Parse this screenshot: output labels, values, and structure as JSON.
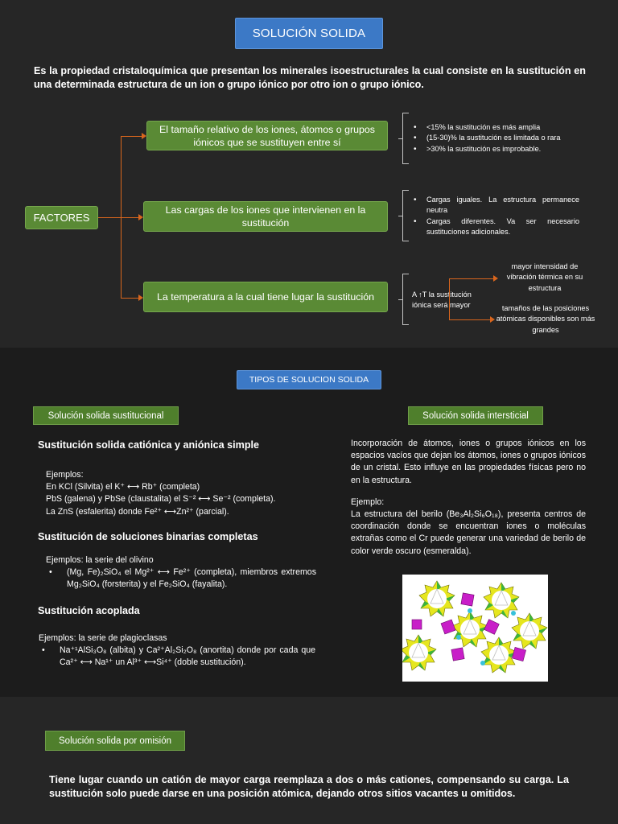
{
  "title": "SOLUCIÓN SOLIDA",
  "intro": "Es la propiedad cristaloquímica que presentan los minerales isoestructurales la cual consiste en la sustitución en una determinada estructura de un ion o grupo iónico por otro ion o grupo iónico.",
  "factores": {
    "label": "FACTORES",
    "items": [
      {
        "label": "El tamaño relativo de los iones, átomos o grupos iónicos que se sustituyen entre sí",
        "notes": [
          "<15% la sustitución es más amplia",
          "(15-30)% la sustitución es limitada o rara",
          ">30% la sustitución es improbable."
        ]
      },
      {
        "label": "Las cargas de los iones que intervienen en la sustitución",
        "notes": [
          "Cargas iguales. La estructura permanece neutra",
          "Cargas diferentes. Va ser necesario sustituciones adicionales."
        ]
      },
      {
        "label": "La temperatura a la cual tiene lugar la sustitución",
        "note_main": "A ↑T la sustitución iónica será mayor",
        "note_upper": "mayor intensidad de vibración térmica en su estructura",
        "note_lower": "tamaños de las posiciones atómicas disponibles son más grandes"
      }
    ]
  },
  "tipos_title": "TIPOS DE SOLUCION SOLIDA",
  "sustitucional": {
    "label": "Solución solida sustitucional",
    "sec1_heading": "Sustitución solida catiónica y aniónica simple",
    "sec1_ejemplos": "Ejemplos:",
    "sec1_lines": [
      "En KCl (Silvita) el K⁺ ⟷ Rb⁺ (completa)",
      "PbS (galena) y PbSe (claustalita) el S⁻² ⟷ Se⁻² (completa).",
      "La ZnS (esfalerita) donde Fe²⁺ ⟷Zn²⁺ (parcial)."
    ],
    "sec2_heading": "Sustitución de soluciones binarias completas",
    "sec2_ejemplos": "Ejemplos: la serie del olivino",
    "sec2_item": "(Mg, Fe)₂SiO₄  el Mg²⁺ ⟷ Fe²⁺ (completa), miembros extremos Mg₂SiO₄ (forsterita) y el Fe₂SiO₄ (fayalita).",
    "sec3_heading": "Sustitución acoplada",
    "sec3_ejemplos": "Ejemplos: la serie de plagioclasas",
    "sec3_item": "Na⁺¹AlSi₃O₈ (albita) y Ca²⁺Al₂Si₂O₈ (anortita) donde por cada que Ca²⁺ ⟷ Na¹⁺ un Al³⁺ ⟷Si⁴⁺ (doble sustitución)."
  },
  "intersticial": {
    "label": "Solución solida intersticial",
    "paragraph": "Incorporación de átomos, iones o grupos iónicos en los espacios vacíos que dejan los átomos, iones o grupos iónicos de un cristal. Esto influye en las propiedades físicas pero no en la estructura.",
    "ejemplo_label": "Ejemplo:",
    "ejemplo_text": "La estructura del berilo (Be₃Al₂Si₆O₁₈), presenta centros de coordinación donde se encuentran iones o moléculas extrañas como el Cr puede generar una variedad de berilo de color verde oscuro (esmeralda)."
  },
  "omision": {
    "label": "Solución solida por omisión",
    "text": "Tiene lugar cuando un catión de mayor carga reemplaza a dos o más cationes, compensando su carga. La sustitución solo puede darse en una posición atómica, dejando otros sitios vacantes u omitidos."
  },
  "colors": {
    "background_dark": "#262626",
    "background_darker": "#1c1c1c",
    "blue": "#3c79c6",
    "green": "#5a8a35",
    "connector": "#d9661d"
  }
}
